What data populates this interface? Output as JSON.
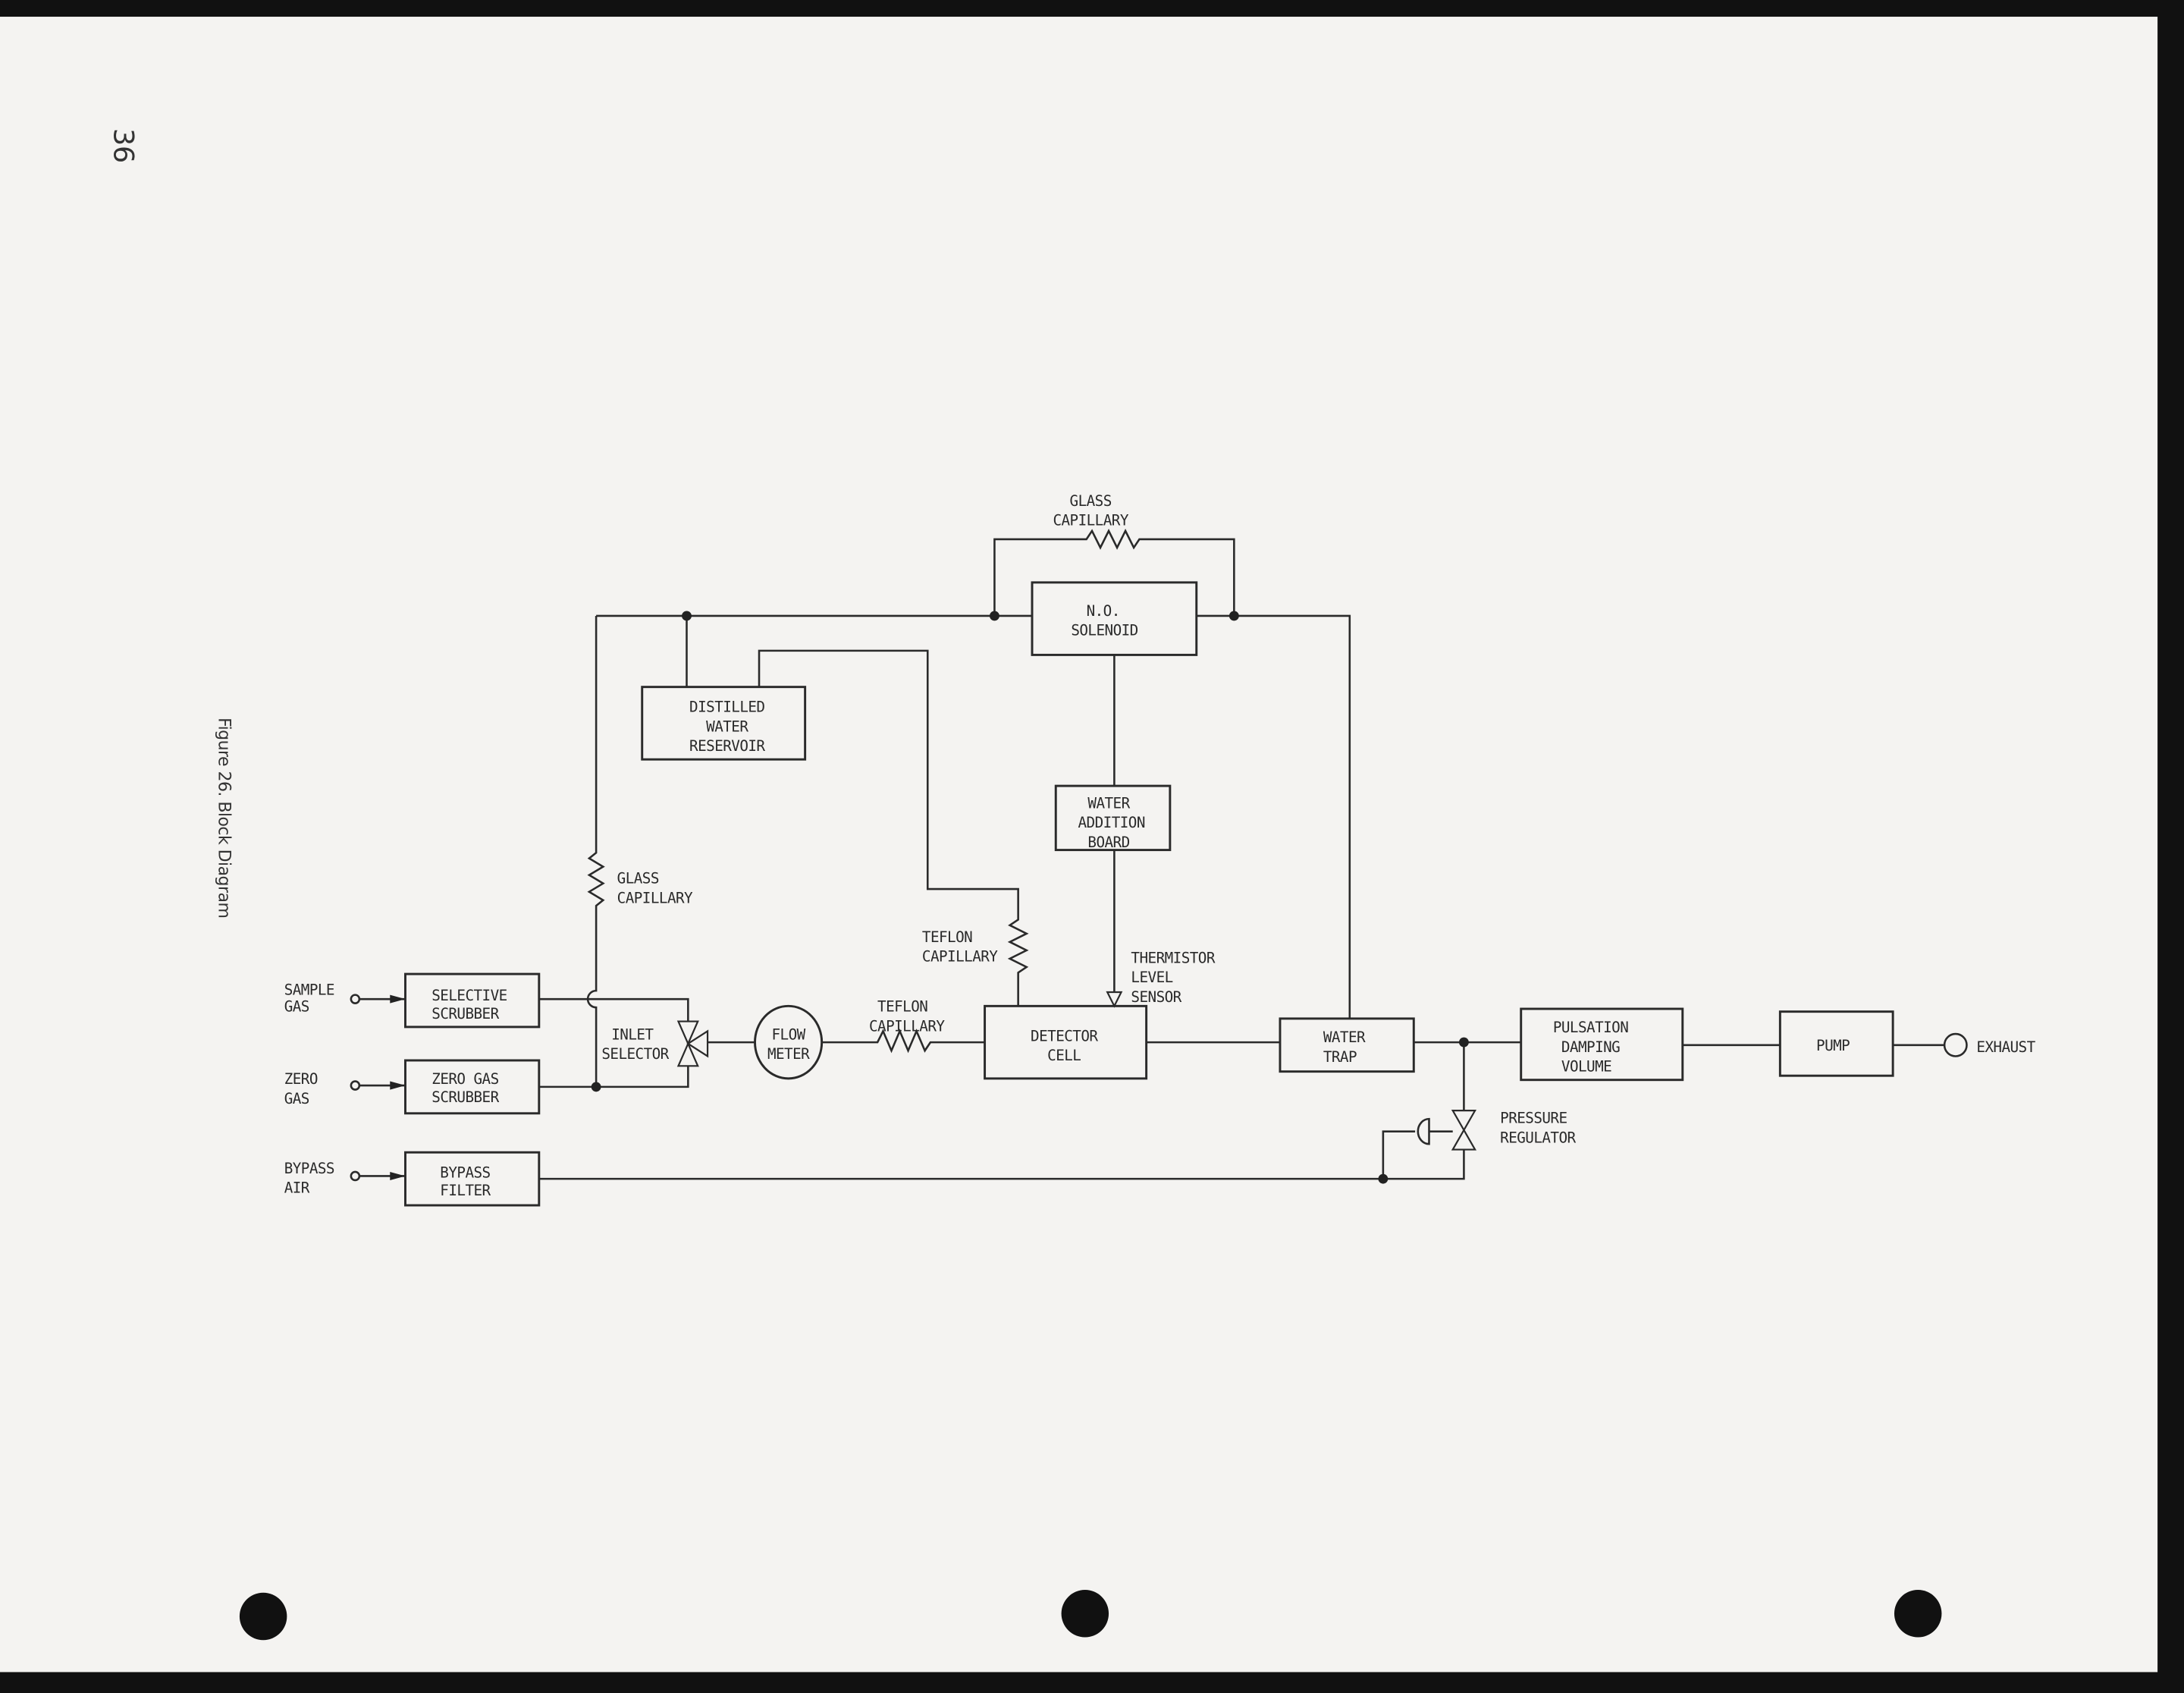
{
  "page_number": "36",
  "caption": "Figure 26. Block Diagram",
  "inputs": {
    "sample": [
      "SAMPLE",
      "GAS"
    ],
    "zero": [
      "ZERO",
      "GAS"
    ],
    "bypass": [
      "BYPASS",
      "AIR"
    ]
  },
  "blocks": {
    "selective_scrubber": [
      "SELECTIVE",
      "SCRUBBER"
    ],
    "zero_gas_scrubber": [
      "ZERO GAS",
      "SCRUBBER"
    ],
    "bypass_filter": [
      "BYPASS",
      "FILTER"
    ],
    "flow_meter": [
      "FLOW",
      "METER"
    ],
    "detector_cell": [
      "DETECTOR",
      "CELL"
    ],
    "water_trap": [
      "WATER",
      "TRAP"
    ],
    "pulsation": [
      "PULSATION",
      "DAMPING",
      "VOLUME"
    ],
    "pump": "PUMP",
    "solenoid": [
      "N.O.",
      "SOLENOID"
    ],
    "reservoir": [
      "DISTILLED",
      "WATER",
      "RESERVOIR"
    ],
    "water_board": [
      "WATER",
      "ADDITION",
      "BOARD"
    ]
  },
  "labels": {
    "inlet_selector": [
      "INLET",
      "SELECTOR"
    ],
    "teflon_lower": [
      "TEFLON",
      "CAPILLARY"
    ],
    "teflon_upper": [
      "TEFLON",
      "CAPILLARY"
    ],
    "glass_left": [
      "GLASS",
      "CAPILLARY"
    ],
    "glass_top": [
      "GLASS",
      "CAPILLARY"
    ],
    "thermistor": [
      "THERMISTOR",
      "LEVEL",
      "SENSOR"
    ],
    "pressure_regulator": [
      "PRESSURE",
      "REGULATOR"
    ],
    "exhaust": "EXHAUST"
  }
}
